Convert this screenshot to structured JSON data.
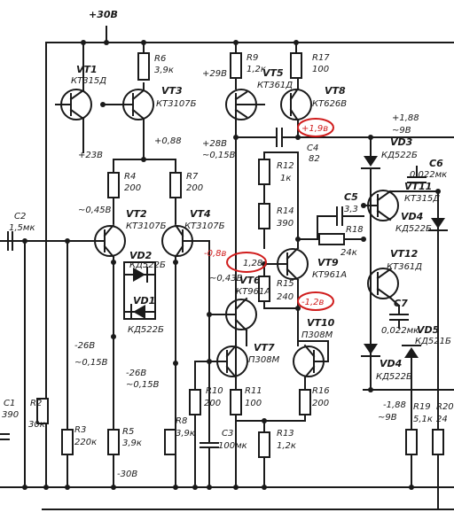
{
  "rails": {
    "top": "+30В",
    "bottom": "-30В"
  },
  "transistors": [
    {
      "ref": "VT1",
      "type": "КТ315Д"
    },
    {
      "ref": "VT2",
      "type": "КТ3107Б"
    },
    {
      "ref": "VT3",
      "type": "КТ3107Б"
    },
    {
      "ref": "VT4",
      "type": "КТ3107Б"
    },
    {
      "ref": "VT5",
      "type": "КТ361Д"
    },
    {
      "ref": "VT6",
      "type": "КТ961А"
    },
    {
      "ref": "VT7",
      "type": "П308М"
    },
    {
      "ref": "VT8",
      "type": "КТ626В"
    },
    {
      "ref": "VT9",
      "type": "КТ961А"
    },
    {
      "ref": "VT10",
      "type": "П308М"
    },
    {
      "ref": "VT11",
      "type": "КТ315Д"
    },
    {
      "ref": "VT12",
      "type": "КТ361Д"
    }
  ],
  "resistors": [
    {
      "ref": "R2",
      "value": "30к"
    },
    {
      "ref": "R3",
      "value": "220к"
    },
    {
      "ref": "R4",
      "value": "200"
    },
    {
      "ref": "R5",
      "value": "3,9к"
    },
    {
      "ref": "R6",
      "value": "3,9к"
    },
    {
      "ref": "R7",
      "value": "200"
    },
    {
      "ref": "R8",
      "value": "3,9к"
    },
    {
      "ref": "R9",
      "value": "1,2к"
    },
    {
      "ref": "R10",
      "value": "200"
    },
    {
      "ref": "R11",
      "value": "100"
    },
    {
      "ref": "R12",
      "value": "1к"
    },
    {
      "ref": "R13",
      "value": "1,2к"
    },
    {
      "ref": "R14",
      "value": "390"
    },
    {
      "ref": "R15",
      "value": "240"
    },
    {
      "ref": "R16",
      "value": "200"
    },
    {
      "ref": "R17",
      "value": "100"
    },
    {
      "ref": "R18",
      "value": "24к"
    },
    {
      "ref": "R19",
      "value": "5,1к"
    },
    {
      "ref": "R20",
      "value": "24"
    }
  ],
  "capacitors": [
    {
      "ref": "C1",
      "value": "390"
    },
    {
      "ref": "C2",
      "value": "1,5мк"
    },
    {
      "ref": "C3",
      "value": "100мк"
    },
    {
      "ref": "C4",
      "value": "82"
    },
    {
      "ref": "C5",
      "value": "3,3"
    },
    {
      "ref": "C6",
      "value": "0,022мк"
    },
    {
      "ref": "C7",
      "value": "0,022мк"
    }
  ],
  "diodes": [
    {
      "ref": "VD1",
      "type": "КД522Б"
    },
    {
      "ref": "VD2",
      "type": "КД522Б"
    },
    {
      "ref": "VD3",
      "type": "КД522Б"
    },
    {
      "ref": "VD4",
      "type": "КД522Б"
    },
    {
      "ref": "VD4",
      "type": "КД522Б"
    },
    {
      "ref": "VD5",
      "type": "КД521Б"
    }
  ],
  "voltages": {
    "v_29": "+29В",
    "v_23": "+23В",
    "v_288": "+28В",
    "v_015a": "~0,15В",
    "v_088": "+0,88",
    "v_045": "~0,45В",
    "v_043": "~0,43В",
    "v_26a": "-26В",
    "v_015b": "~0,15В",
    "v_26b": "-26В",
    "v_015c": "~0,15В",
    "v_188p": "+1,88",
    "v_9p": "~9В",
    "v_188m": "-1,88",
    "v_9m": "~9В",
    "v_128": "1,28"
  },
  "annotations": [
    {
      "text": "+1,9в",
      "color": "#d01c1c"
    },
    {
      "text": "-0,8в",
      "color": "#d01c1c"
    },
    {
      "text": "-1,2в",
      "color": "#d01c1c"
    }
  ]
}
